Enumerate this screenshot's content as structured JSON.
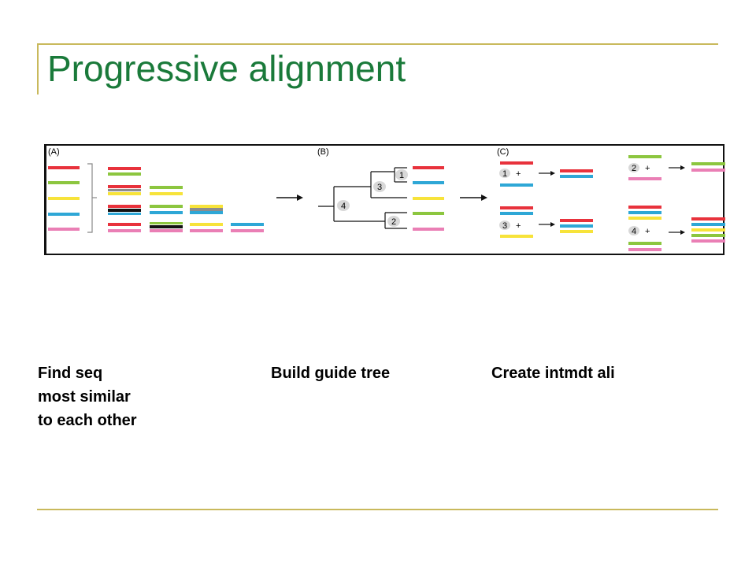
{
  "slide": {
    "title": "Progressive alignment"
  },
  "figure": {
    "panels": [
      {
        "label": "(A)"
      },
      {
        "label": "(B)"
      },
      {
        "label": "(C)"
      }
    ],
    "tree_nodes": [
      "1",
      "2",
      "3",
      "4"
    ],
    "merge_steps": [
      {
        "node": "1",
        "op": "+"
      },
      {
        "node": "2",
        "op": "+"
      },
      {
        "node": "3",
        "op": "+"
      },
      {
        "node": "4",
        "op": "+"
      }
    ],
    "colors": {
      "red": "#e8323c",
      "green": "#8cc63f",
      "yellow": "#f7e33a",
      "blue": "#2ea7d6",
      "pink": "#ea7fb5",
      "gray": "#8c8c8c",
      "black": "#111111"
    }
  },
  "captions": {
    "a": [
      "Find seq",
      "most similar",
      "to each other"
    ],
    "b": [
      "Build guide tree"
    ],
    "c": [
      "Create intmdt ali"
    ]
  }
}
